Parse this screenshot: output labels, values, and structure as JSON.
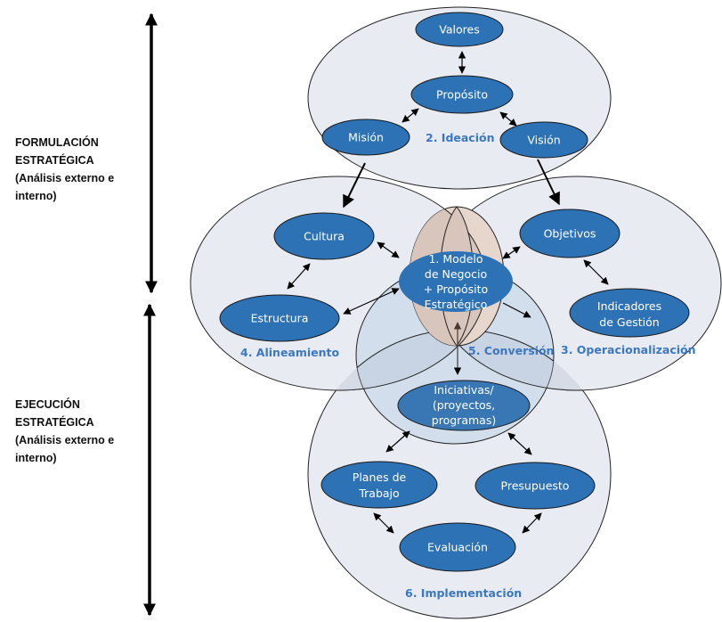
{
  "phases": {
    "formulation": {
      "title_line1": "FORMULACIÓN",
      "title_line2": "ESTRATÉGICA",
      "subtitle_line1": "(Análisis externo e",
      "subtitle_line2": "interno)"
    },
    "execution": {
      "title_line1": "EJECUCIÓN",
      "title_line2": "ESTRATÉGICA",
      "subtitle_line1": "(Análisis externo e",
      "subtitle_line2": "interno)"
    }
  },
  "regions": {
    "ideation": "2. Ideación",
    "alignment": "4. Alineamiento",
    "operationalization": "3. Operacionalización",
    "conversion": "5. Conversión",
    "implementation": "6. Implementación"
  },
  "nodes": {
    "valores": [
      "Valores"
    ],
    "proposito": [
      "Propósito"
    ],
    "mision": [
      "Misión"
    ],
    "vision": [
      "Visión"
    ],
    "cultura": [
      "Cultura"
    ],
    "estructura": [
      "Estructura"
    ],
    "objetivos": [
      "Objetivos"
    ],
    "indicadores": [
      "Indicadores",
      "de Gestión"
    ],
    "modelo": [
      "1. Modelo",
      "de Negocio",
      "+ Propósito",
      "Estratégico"
    ],
    "iniciativas": [
      "Iniciativas/",
      "(proyectos,",
      "programas)"
    ],
    "planes": [
      "Planes de",
      "Trabajo"
    ],
    "presupuesto": [
      "Presupuesto"
    ],
    "evaluacion": [
      "Evaluación"
    ]
  },
  "colors": {
    "node_fill": "#2e72b6",
    "region_fill": "#e8ebf1",
    "conversion_fill": "#cfdcea",
    "core_fill": "#e7d6cc",
    "region_label": "#3b78c0"
  }
}
